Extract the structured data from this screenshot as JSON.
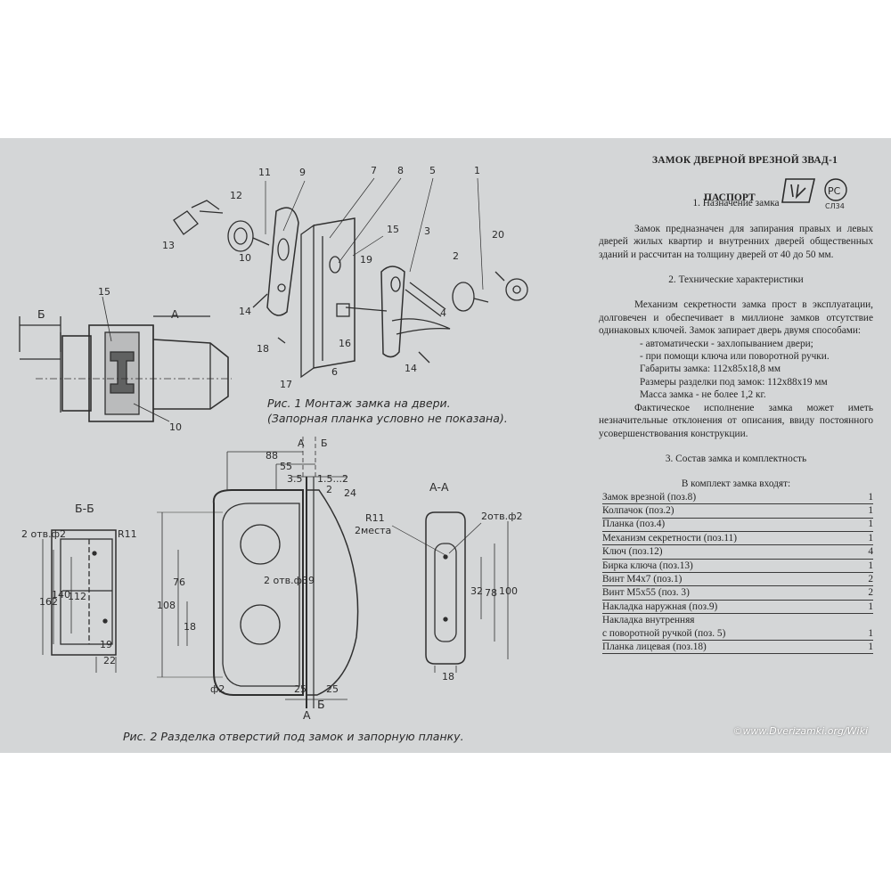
{
  "header": {
    "title": "ЗАМОК ДВЕРНОЙ ВРЕЗНОЙ ЗВАД-1",
    "passport": "ПАСПОРТ",
    "cert_mark": "СЛ34"
  },
  "section1": {
    "heading": "1. Назначение замка",
    "text": "Замок предназначен для запирания правых и левых дверей жилых квартир и внутренних дверей общественных зданий и рассчитан на толщину дверей от 40 до 50 мм."
  },
  "section2": {
    "heading": "2. Технические характеристики",
    "intro": "Механизм секретности замка прост в эксплуатации, долговечен и обеспечивает в миллионе замков отсутствие одинаковых ключей. Замок запирает дверь двумя способами:",
    "ways": [
      "- автоматически - захлопыванием двери;",
      "- при помощи ключа или поворотной ручки."
    ],
    "specs": [
      "Габариты замка: 112х85х18,8 мм",
      "Размеры разделки под замок: 112х88х19 мм",
      "Масса замка - не более 1,2 кг."
    ],
    "note": "Фактическое исполнение замка может иметь незначительные отклонения от описания, ввиду постоянного усовершенствования конструкции."
  },
  "section3": {
    "heading": "3. Состав замка и комплектность",
    "intro": "В комплект замка входят:",
    "items": [
      {
        "name": "Замок врезной (поз.8)",
        "qty": "1"
      },
      {
        "name": "Колпачок (поз.2)",
        "qty": "1"
      },
      {
        "name": "Планка (поз.4)",
        "qty": "1"
      },
      {
        "name": "Механизм секретности (поз.11)",
        "qty": "1"
      },
      {
        "name": "Ключ (поз.12)",
        "qty": "4"
      },
      {
        "name": "Бирка ключа (поз.13)",
        "qty": "1"
      },
      {
        "name": "Винт М4х7 (поз.1)",
        "qty": "2"
      },
      {
        "name": "Винт М5х55 (поз. 3)",
        "qty": "2"
      },
      {
        "name": "Накладка наружная (поз.9)",
        "qty": "1"
      },
      {
        "name": "Накладка внутренняя",
        "qty": ""
      },
      {
        "name": "с поворотной ручкой (поз. 5)",
        "qty": "1"
      },
      {
        "name": "Планка лицевая (поз.18)",
        "qty": "1"
      }
    ]
  },
  "figure1": {
    "caption_line1": "Рис. 1 Монтаж замка на двери.",
    "caption_line2": "(Запорная планка условно не показана).",
    "labels": [
      "11",
      "9",
      "7",
      "8",
      "5",
      "1",
      "12",
      "13",
      "10",
      "15",
      "19",
      "20",
      "3",
      "2",
      "4",
      "14",
      "18",
      "16",
      "17",
      "6",
      "14",
      "Б",
      "А",
      "15",
      "10"
    ]
  },
  "figure2": {
    "caption": "Рис. 2 Разделка отверстий под замок и запорную планку.",
    "section_bb": "Б-Б",
    "section_aa": "А-А",
    "labels": [
      "А",
      "Б",
      "88",
      "55",
      "3.5",
      "1.5...2",
      "2",
      "24",
      "2 отв.ф2",
      "R11",
      "162",
      "140",
      "112",
      "19",
      "22",
      "108",
      "76",
      "18",
      "2 отв.ф39",
      "ф2",
      "25",
      "25",
      "А",
      "Б",
      "R11",
      "2места",
      "2отв.ф2",
      "32",
      "78",
      "100",
      "18"
    ]
  },
  "watermark": "©www.Dverizamki.org/Wiki"
}
